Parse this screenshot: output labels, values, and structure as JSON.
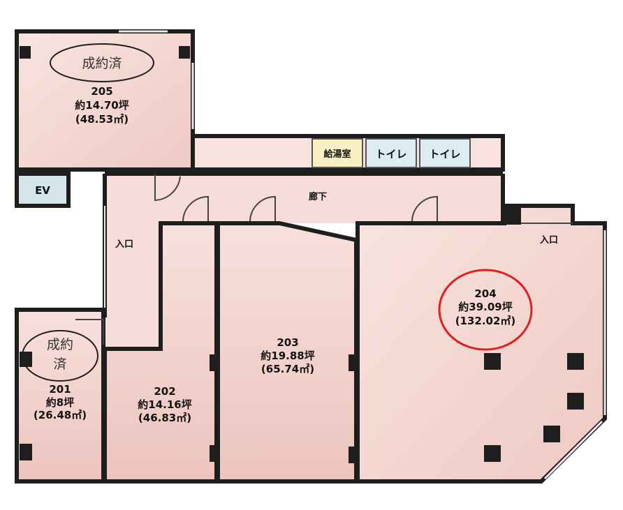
{
  "rooms": {
    "r205": {
      "number": "205",
      "tsubo": "約14.70坪",
      "sqm": "(48.53㎡)",
      "status": "成約済"
    },
    "r201": {
      "number": "201",
      "tsubo": "約8坪",
      "sqm": "(26.48㎡)",
      "status_line1": "成約",
      "status_line2": "済"
    },
    "r202": {
      "number": "202",
      "tsubo": "約14.16坪",
      "sqm": "(46.83㎡)"
    },
    "r203": {
      "number": "203",
      "tsubo": "約19.88坪",
      "sqm": "(65.74㎡)"
    },
    "r204": {
      "number": "204",
      "tsubo": "約39.09坪",
      "sqm": "(132.02㎡)"
    }
  },
  "facilities": {
    "kitchenette": "給湯室",
    "toilet_1": "トイレ",
    "toilet_2": "トイレ",
    "elevator": "EV",
    "corridor": "廊下",
    "entrance_left": "入口",
    "entrance_right": "入口"
  },
  "colors": {
    "wall": "#1e1e1e",
    "room_fill": "#f6dcd8",
    "room_fill_dark": "#efc6c0",
    "kitchen_fill": "#fbefc4",
    "toilet_fill": "#dcecf2",
    "ev_fill": "#d4e6ea",
    "highlight_circle": "#e02020"
  }
}
